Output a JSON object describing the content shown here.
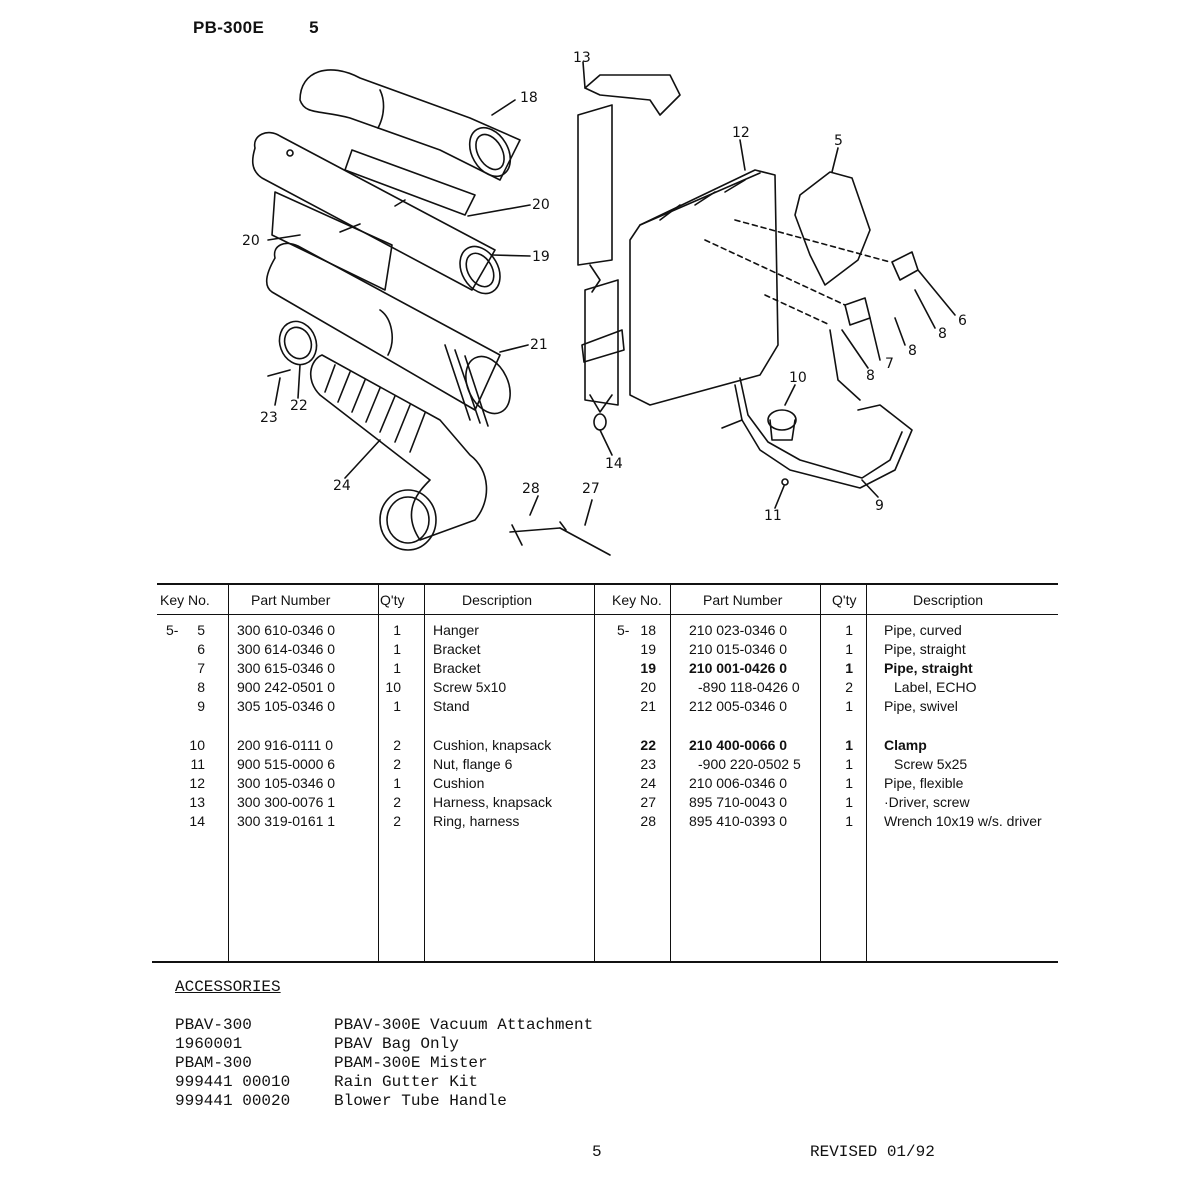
{
  "header": {
    "model": "PB-300E",
    "page": "5"
  },
  "callouts": [
    "13",
    "18",
    "12",
    "5",
    "20",
    "20",
    "19",
    "6",
    "8",
    "8",
    "7",
    "21",
    "8",
    "10",
    "22",
    "23",
    "14",
    "24",
    "28",
    "27",
    "9",
    "11"
  ],
  "table": {
    "headers": [
      "Key No.",
      "Part Number",
      "Q'ty",
      "Description",
      "Key No.",
      "Part Number",
      "Q'ty",
      "Description"
    ],
    "prefix_left": "5-",
    "prefix_right": "5-",
    "left": [
      {
        "key": "5",
        "part": "300 610-0346 0",
        "qty": "1",
        "desc": "Hanger"
      },
      {
        "key": "6",
        "part": "300 614-0346 0",
        "qty": "1",
        "desc": "Bracket"
      },
      {
        "key": "7",
        "part": "300 615-0346 0",
        "qty": "1",
        "desc": "Bracket"
      },
      {
        "key": "8",
        "part": "900 242-0501 0",
        "qty": "10",
        "desc": "Screw  5x10"
      },
      {
        "key": "9",
        "part": "305 105-0346 0",
        "qty": "1",
        "desc": "Stand"
      },
      {
        "key": "10",
        "part": "200 916-0111 0",
        "qty": "2",
        "desc": "Cushion, knapsack"
      },
      {
        "key": "11",
        "part": "900 515-0000 6",
        "qty": "2",
        "desc": "Nut, flange 6"
      },
      {
        "key": "12",
        "part": "300 105-0346 0",
        "qty": "1",
        "desc": "Cushion"
      },
      {
        "key": "13",
        "part": "300 300-0076 1",
        "qty": "2",
        "desc": "Harness, knapsack"
      },
      {
        "key": "14",
        "part": "300 319-0161 1",
        "qty": "2",
        "desc": "Ring, harness"
      }
    ],
    "right": [
      {
        "key": "18",
        "part": "210 023-0346 0",
        "qty": "1",
        "desc": "Pipe, curved"
      },
      {
        "key": "19",
        "part": "210 015-0346 0",
        "qty": "1",
        "desc": "Pipe, straight"
      },
      {
        "key": "19",
        "part": "210 001-0426 0",
        "qty": "1",
        "desc": "Pipe, straight"
      },
      {
        "key": "20",
        "part": "-890 118-0426 0",
        "qty": "2",
        "desc": "Label, ECHO"
      },
      {
        "key": "21",
        "part": "212 005-0346 0",
        "qty": "1",
        "desc": "Pipe, swivel"
      },
      {
        "key": "22",
        "part": "210 400-0066 0",
        "qty": "1",
        "desc": "Clamp"
      },
      {
        "key": "23",
        "part": "-900 220-0502 5",
        "qty": "1",
        "desc": "Screw 5x25"
      },
      {
        "key": "24",
        "part": "210 006-0346 0",
        "qty": "1",
        "desc": "Pipe, flexible"
      },
      {
        "key": "27",
        "part": "895 710-0043 0",
        "qty": "1",
        "desc": "·Driver, screw"
      },
      {
        "key": "28",
        "part": "895 410-0393 0",
        "qty": "1",
        "desc": "Wrench 10x19 w/s. driver"
      }
    ]
  },
  "accessories": {
    "title": "ACCESSORIES",
    "items": [
      {
        "code": "PBAV-300",
        "desc": "PBAV-300E Vacuum Attachment"
      },
      {
        "code": "1960001",
        "desc": "PBAV Bag Only"
      },
      {
        "code": "PBAM-300",
        "desc": "PBAM-300E Mister"
      },
      {
        "code": "999441 00010",
        "desc": "Rain Gutter Kit"
      },
      {
        "code": "999441 00020",
        "desc": "Blower Tube Handle"
      }
    ]
  },
  "footer": {
    "page": "5",
    "revised": "REVISED 01/92"
  }
}
